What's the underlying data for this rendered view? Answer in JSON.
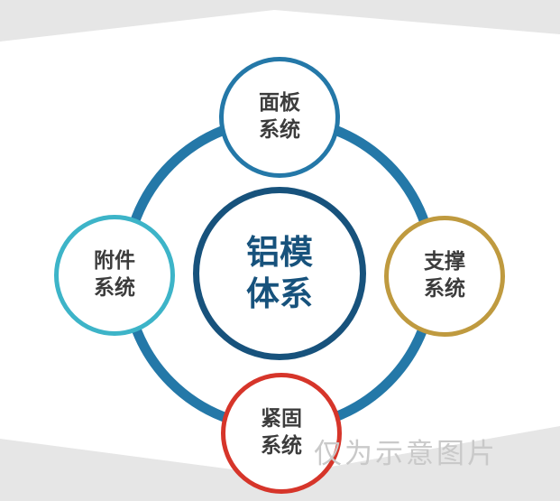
{
  "diagram": {
    "title_watermark": {
      "label": "仅为示意图片",
      "color": "#c9c9c9"
    },
    "ring": {
      "color": "#2478a8"
    },
    "center": {
      "line1": "铝模",
      "line2": "体系",
      "text_color": "#17527c",
      "border_color": "#17527c"
    },
    "node_text_color": "#3c3c3c",
    "nodes": {
      "top": {
        "line1": "面板",
        "line2": "系统",
        "border_color": "#2478a8"
      },
      "right": {
        "line1": "支撑",
        "line2": "系统",
        "border_color": "#bf9a3f"
      },
      "bottom": {
        "line1": "紧固",
        "line2": "系统",
        "border_color": "#d6352a"
      },
      "left": {
        "line1": "附件",
        "line2": "系统",
        "border_color": "#3db4c8"
      }
    }
  }
}
